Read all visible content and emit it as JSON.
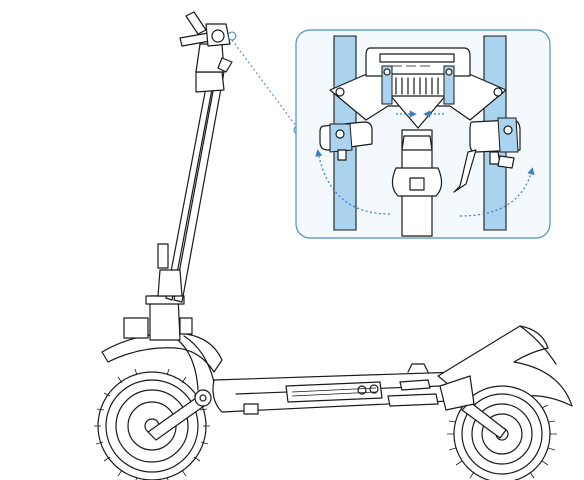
{
  "colors": {
    "line": "#1a1a1a",
    "accent": "#3a7fc0",
    "accent_fill": "#a9d3ef",
    "inset_bg": "#f3f9fd",
    "inset_border": "#4f8fc6"
  },
  "figure": {
    "subject": "electric-scooter-folded-stem",
    "inset": {
      "detail": "handlebar-stem-clamp-closeup",
      "arrows": [
        "fold-grip-left-arrow",
        "fold-grip-right-arrow",
        "clamp-inward-left-arrow",
        "clamp-inward-right-arrow"
      ]
    }
  }
}
